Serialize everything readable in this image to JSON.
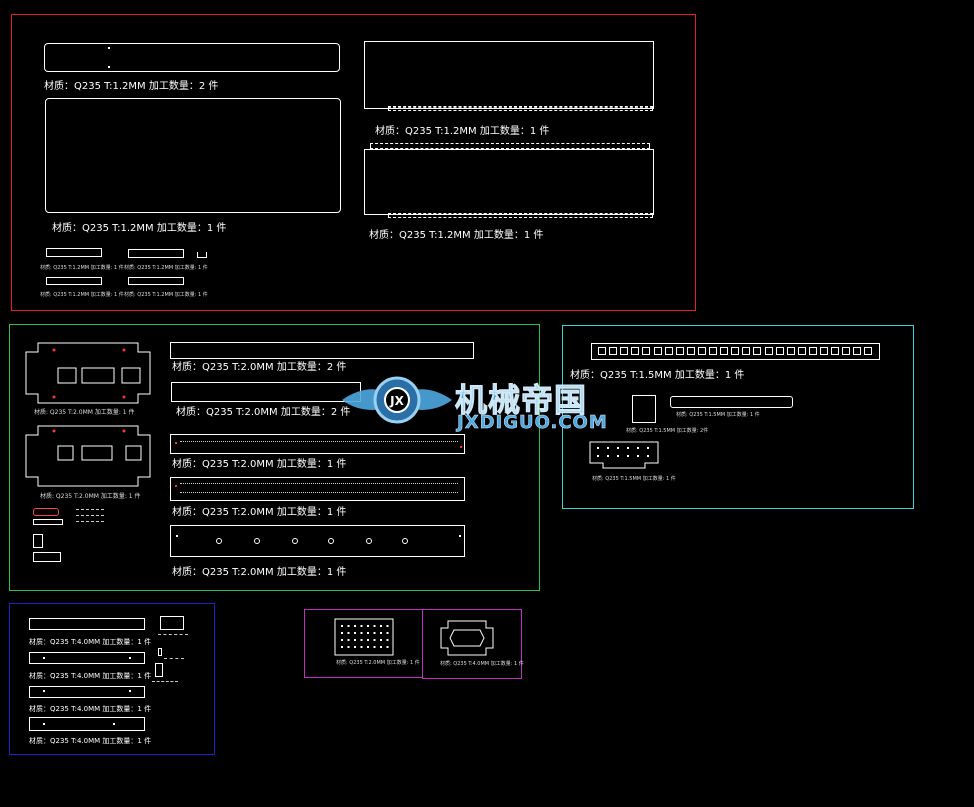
{
  "colors": {
    "background": "#000000",
    "frame_red": "#e0202a",
    "frame_green": "#2fbf3f",
    "frame_cyan": "#3fd0d8",
    "frame_blue": "#2020d0",
    "frame_magenta": "#c030c0",
    "watermark_blue": "#4fa8e0"
  },
  "red_panel": {
    "labels": [
      "材质：Q235 T:1.2MM 加工数量：2 件",
      "材质：Q235 T:1.2MM 加工数量：1 件",
      "材质：Q235 T:1.2MM 加工数量：1 件",
      "材质：Q235 T:1.2MM 加工数量：1 件"
    ],
    "small_labels": [
      "材质: Q235 T:1.2MM 加工数量: 1 件",
      "材质: Q235 T:1.2MM 加工数量: 1 件",
      "材质: Q235 T:1.2MM 加工数量: 1 件",
      "材质: Q235 T:1.2MM 加工数量: 1 件"
    ]
  },
  "green_panel": {
    "labels": [
      "材质：Q235 T:2.0MM 加工数量：2 件",
      "材质：Q235 T:2.0MM 加工数量：2 件",
      "材质：Q235 T:2.0MM 加工数量：1 件",
      "材质：Q235 T:2.0MM 加工数量：1 件",
      "材质：Q235 T:2.0MM 加工数量：1 件"
    ],
    "small_labels": [
      "材质: Q235 T:2.0MM 加工数量: 1 件",
      "材质: Q235 T:2.0MM 加工数量: 1 件"
    ]
  },
  "cyan_panel": {
    "label": "材质：Q235 T:1.5MM 加工数量：1 件",
    "small_labels": [
      "材质: Q235 T:1.5MM 加工数量: 1 件",
      "材质: Q235 T:1.5MM 加工数量: 1 件",
      "材质: Q235 T:1.5MM 加工数量: 2件"
    ]
  },
  "blue_panel": {
    "labels": [
      "材质：Q235 T:4.0MM 加工数量：1 件",
      "材质：Q235 T:4.0MM 加工数量：1 件",
      "材质：Q235 T:4.0MM 加工数量：1 件",
      "材质：Q235 T:4.0MM 加工数量：1 件"
    ]
  },
  "magenta_panel": {
    "small_labels": [
      "材质: Q235 T:2.0MM 加工数量: 1 件",
      "材质: Q235 T:4.0MM 加工数量: 1 件"
    ]
  },
  "watermark": {
    "title": "机械帝国",
    "subtitle": "JXDIGUO.COM"
  }
}
